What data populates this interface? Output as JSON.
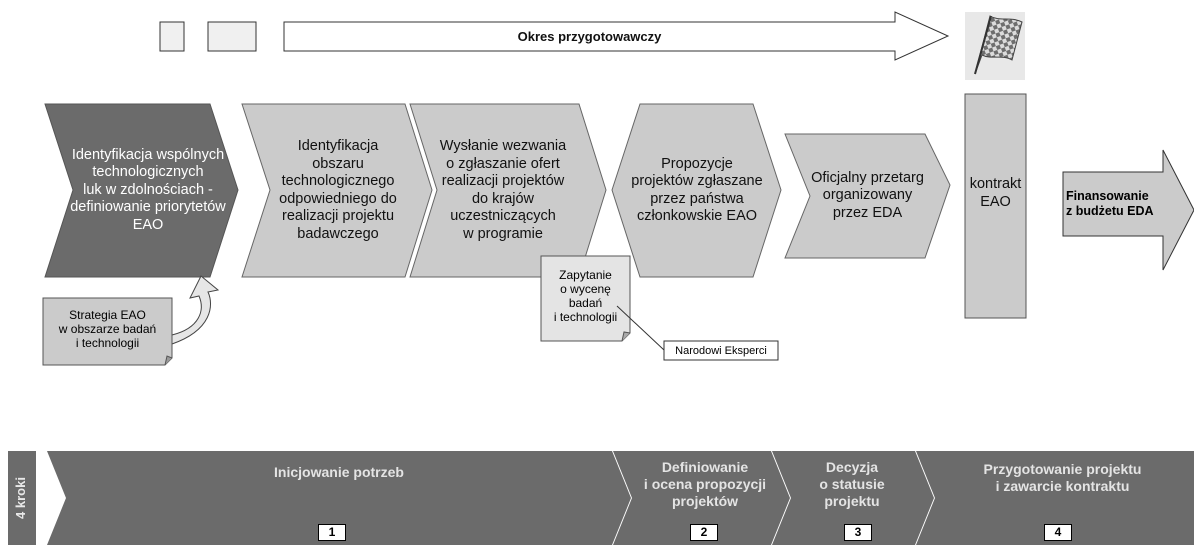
{
  "top": {
    "period_label": "Okres przygotowawczy"
  },
  "steps": [
    {
      "text": "Identyfikacja wspólnych\ntechnologicznych\nluk w zdolnościach -\ndefiniowanie priorytetów\nEAO"
    },
    {
      "text": "Identyfikacja\nobszaru\ntechnologicznego\nodpowiedniego do\nrealizacji projektu\nbadawczego"
    },
    {
      "text": "Wysłanie wezwania\no zgłaszanie ofert\nrealizacji projektów\ndo krajów\nuczestniczących\nw programie"
    },
    {
      "text": "Propozycje\nprojektów zgłaszane\nprzez państwa\nczłonkowskie EAO"
    },
    {
      "text": "Oficjalny przetarg\norganizowany\nprzez EDA"
    },
    {
      "text": "kontrakt\nEAO"
    }
  ],
  "financing": "Finansowanie\nz budżetu EDA",
  "notes": {
    "strategy": "Strategia EAO\nw obszarze badań\ni technologii",
    "inquiry": "Zapytanie\no wycenę\nbadań\ni technologii",
    "experts": "Narodowi Eksperci"
  },
  "phases": {
    "side_label": "4 kroki",
    "items": [
      {
        "title": "Inicjowanie potrzeb",
        "number": "1"
      },
      {
        "title": "Definiowanie\ni ocena propozycji\nprojektów",
        "number": "2"
      },
      {
        "title": "Decyzja\no statusie\nprojektu",
        "number": "3"
      },
      {
        "title": "Przygotowanie projektu\ni zawarcie kontraktu",
        "number": "4"
      }
    ]
  }
}
